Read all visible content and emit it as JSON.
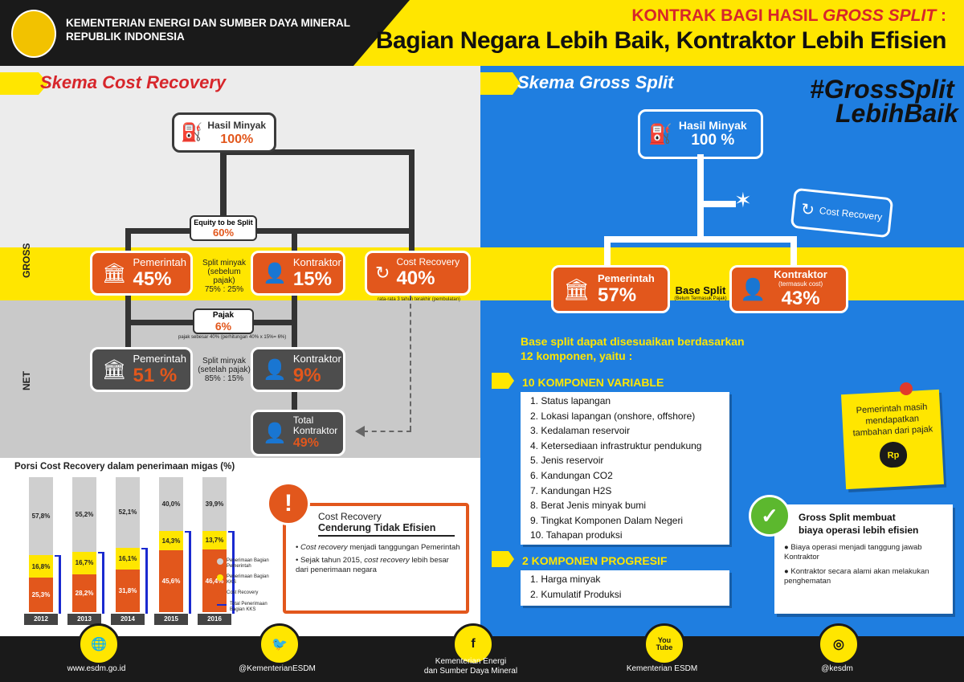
{
  "header": {
    "ministry_line1": "KEMENTERIAN ENERGI DAN SUMBER DAYA MINERAL",
    "ministry_line2": "REPUBLIK INDONESIA",
    "headline_prefix": "KONTRAK BAGI HASIL ",
    "headline_italic": "GROSS SPLIT",
    "headline_suffix": " :",
    "headline_main": "Bagian Negara Lebih Baik, Kontraktor Lebih Efisien"
  },
  "left": {
    "title_prefix": "Skema ",
    "title_italic": "Cost Recovery",
    "hasil_label": "Hasil Minyak",
    "hasil_value": "100%",
    "equity_label": "Equity to be Split",
    "equity_value": "60%",
    "band_gross": "GROSS",
    "band_net": "NET",
    "pemerintah_label": "Pemerintah",
    "pemerintah_value": "45%",
    "split_sebelum": "Split minyak\n(sebelum pajak)\n75% : 25%",
    "kontraktor_label": "Kontraktor",
    "kontraktor_value": "15%",
    "cr_label": "Cost Recovery",
    "cr_value": "40%",
    "cr_note": "rata-rata 3 tahun terakhir (pembulatan)",
    "pajak_label": "Pajak",
    "pajak_value": "6%",
    "pajak_note": "pajak sebesar 40% (perhitungan 40% x 15%= 6%)",
    "net_pemerintah_label": "Pemerintah",
    "net_pemerintah_value": "51 %",
    "split_setelah": "Split minyak\n(setelah pajak)\n85% : 15%",
    "net_kontraktor_label": "Kontraktor",
    "net_kontraktor_value": "9%",
    "total_label": "Total\nKontraktor",
    "total_value": "49%"
  },
  "chart_data": {
    "type": "bar",
    "title": "Porsi Cost Recovery dalam penerimaan migas (%)",
    "categories": [
      "2012",
      "2013",
      "2014",
      "2015",
      "2016"
    ],
    "series": [
      {
        "name": "Cost Recovery",
        "values": [
          25.3,
          28.2,
          31.8,
          45.6,
          46.4
        ],
        "labels": [
          "25,3%",
          "28,2%",
          "31,8%",
          "45,6%",
          "46,4%"
        ],
        "color": "#e2571c"
      },
      {
        "name": "Penerimaan Bagian KKS",
        "values": [
          16.8,
          16.7,
          16.1,
          14.3,
          13.7
        ],
        "labels": [
          "16,8%",
          "16,7%",
          "16,1%",
          "14,3%",
          "13,7%"
        ],
        "color": "#ffe600"
      },
      {
        "name": "Penerimaan Bagian Pemerintah",
        "values": [
          57.8,
          55.2,
          52.1,
          40.0,
          39.9
        ],
        "labels": [
          "57,8%",
          "55,2%",
          "52,1%",
          "40,0%",
          "39,9%"
        ],
        "color": "#cfcfcf"
      }
    ],
    "legend": [
      "Penerimaan Bagian Pemerintah",
      "Penerimaan Bagian KKS",
      "Cost Recovery",
      "Total Penerimaan Bagian KKS"
    ],
    "ylim": [
      0,
      100
    ]
  },
  "cr_callout": {
    "title": "Cost Recovery",
    "subtitle": "Cenderung Tidak Efisien",
    "bullet1_italic": "Cost recovery",
    "bullet1_rest": " menjadi tanggungan Pemerintah",
    "bullet2_prefix": "Sejak tahun 2015, ",
    "bullet2_italic": "cost recovery",
    "bullet2_rest": " lebih besar dari penerimaan negara"
  },
  "right": {
    "title": "Skema Gross Split",
    "hashtag1": "#GrossSplit",
    "hashtag2": "LebihBaik",
    "hasil_label": "Hasil Minyak",
    "hasil_value": "100 %",
    "cr_label": "Cost Recovery",
    "pemerintah_label": "Pemerintah",
    "pemerintah_value": "57%",
    "base_split": "Base Split",
    "base_split_note": "(Belum Termasuk Pajak)",
    "kontraktor_label": "Kontraktor",
    "kontraktor_note": "(termasuk cost)",
    "kontraktor_value": "43%",
    "intro": "Base split dapat disesuaikan berdasarkan\n12 komponen, yaitu :",
    "variable_head": "10 KOMPONEN VARIABLE",
    "variable_items": [
      "1. Status lapangan",
      "2. Lokasi lapangan (onshore, offshore)",
      "3. Kedalaman reservoir",
      "4. Ketersediaan infrastruktur pendukung",
      "5. Jenis reservoir",
      "6. Kandungan CO2",
      "7. Kandungan H2S",
      "8. Berat Jenis minyak bumi",
      "9. Tingkat Komponen Dalam Negeri",
      "10. Tahapan produksi"
    ],
    "progresif_head": "2 KOMPONEN PROGRESIF",
    "progresif_items": [
      "1. Harga minyak",
      "2. Kumulatif Produksi"
    ],
    "note_text": "Pemerintah masih\nmendapatkan\ntambahan dari pajak",
    "note_rp": "Rp",
    "efisien_title": "Gross Split membuat\nbiaya operasi lebih efisien",
    "efisien_b1": "Biaya operasi menjadi tanggung jawab Kontraktor",
    "efisien_b2": "Kontraktor secara alami akan melakukan penghematan"
  },
  "footer": {
    "web": "www.esdm.go.id",
    "twitter": "@KementerianESDM",
    "facebook": "Kementerian Energi\ndan Sumber Daya Mineral",
    "youtube": "Kementerian ESDM",
    "instagram": "@kesdm",
    "youtube_glyph": "You\nTube"
  },
  "colors": {
    "orange": "#e2571c",
    "yellow": "#ffe600",
    "blue": "#1f7ee0",
    "dark": "#1a1a1a"
  }
}
